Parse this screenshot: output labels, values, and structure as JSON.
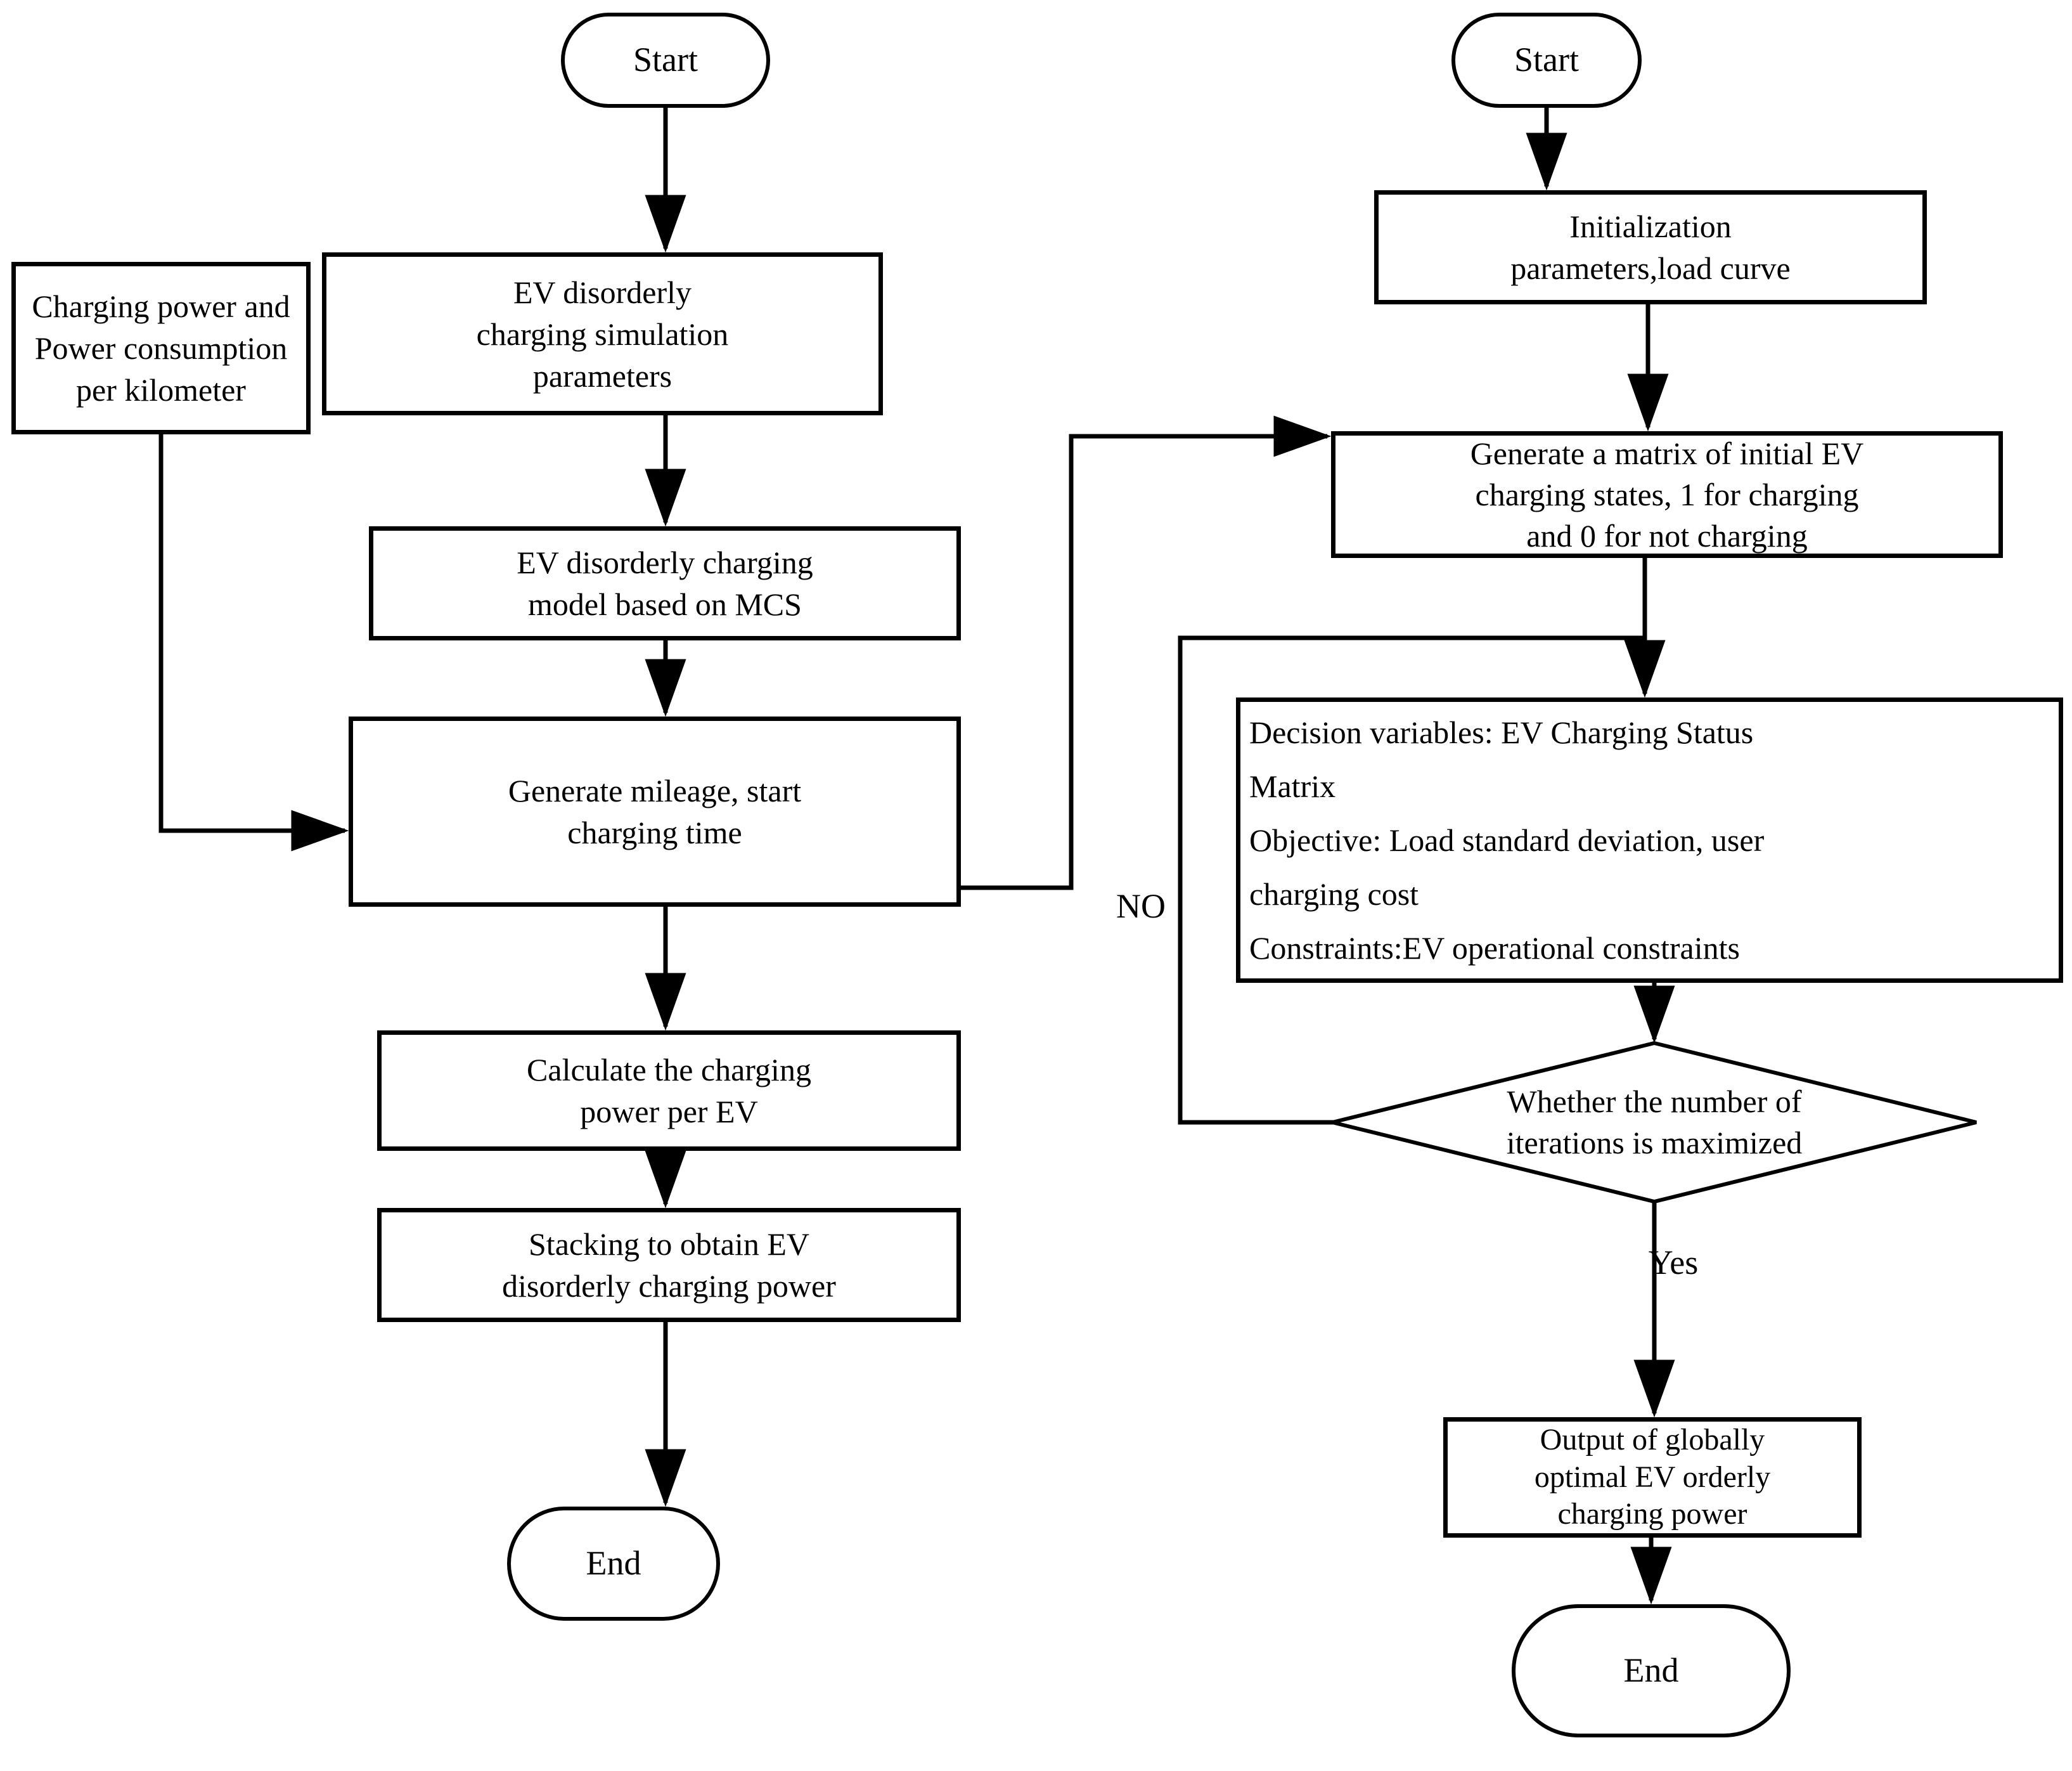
{
  "diagram": {
    "left": {
      "start": "Start",
      "sim_params": "EV disorderly\ncharging simulation\nparameters",
      "side_input": "Charging power and\nPower consumption\nper kilometer",
      "mcs_model": "EV disorderly charging\nmodel based on MCS",
      "mileage": "Generate mileage, start\ncharging time",
      "calc_power": "Calculate the charging\npower per EV",
      "stacking": "Stacking to obtain EV\ndisorderly charging power",
      "end": "End"
    },
    "right": {
      "start": "Start",
      "init": "Initialization\nparameters,load curve",
      "matrix": "Generate a matrix of initial EV\ncharging states, 1 for charging\nand 0 for not charging",
      "optimization": "Decision variables: EV Charging Status\nMatrix\nObjective: Load standard deviation, user\ncharging cost\nConstraints:EV operational constraints",
      "decision": "Whether the number of\niterations is maximized",
      "output": "Output of globally\noptimal EV orderly\ncharging power",
      "end": "End",
      "no_label": "NO",
      "yes_label": "Yes"
    },
    "colors": {
      "stroke": "#000000",
      "fill": "#ffffff",
      "text": "#000000"
    }
  }
}
